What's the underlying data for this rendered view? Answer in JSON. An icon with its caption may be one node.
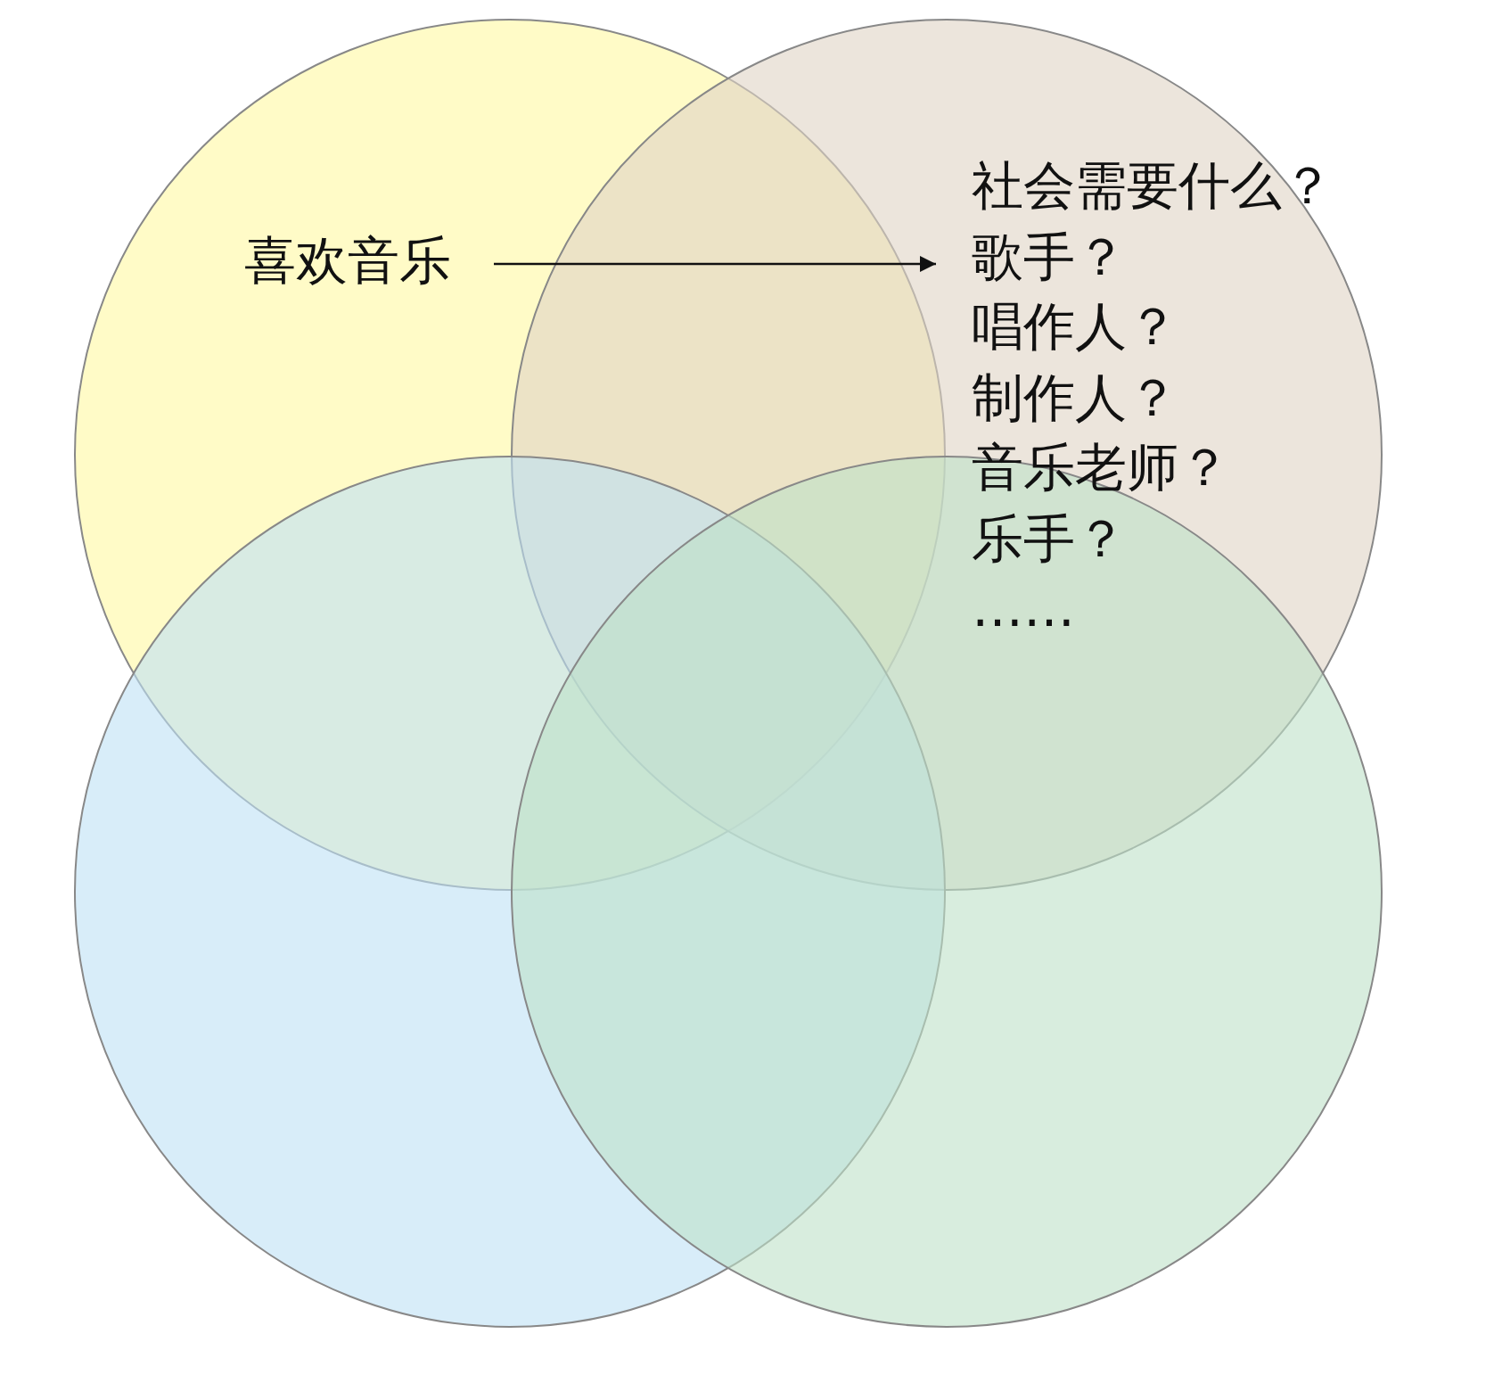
{
  "diagram": {
    "nodes": [
      {
        "text": [
          "喜欢音乐"
        ]
      },
      {
        "text": [
          "社会需要什么？",
          "歌手？",
          "唱作人？",
          "制作人？",
          "音乐老师？",
          "乐手？",
          "……"
        ]
      },
      {
        "text": [],
        "shape": "circle"
      },
      {
        "text": [],
        "shape": "circle"
      }
    ],
    "edges": [
      {
        "from": 0,
        "to": 1,
        "arrow": "to"
      }
    ]
  }
}
